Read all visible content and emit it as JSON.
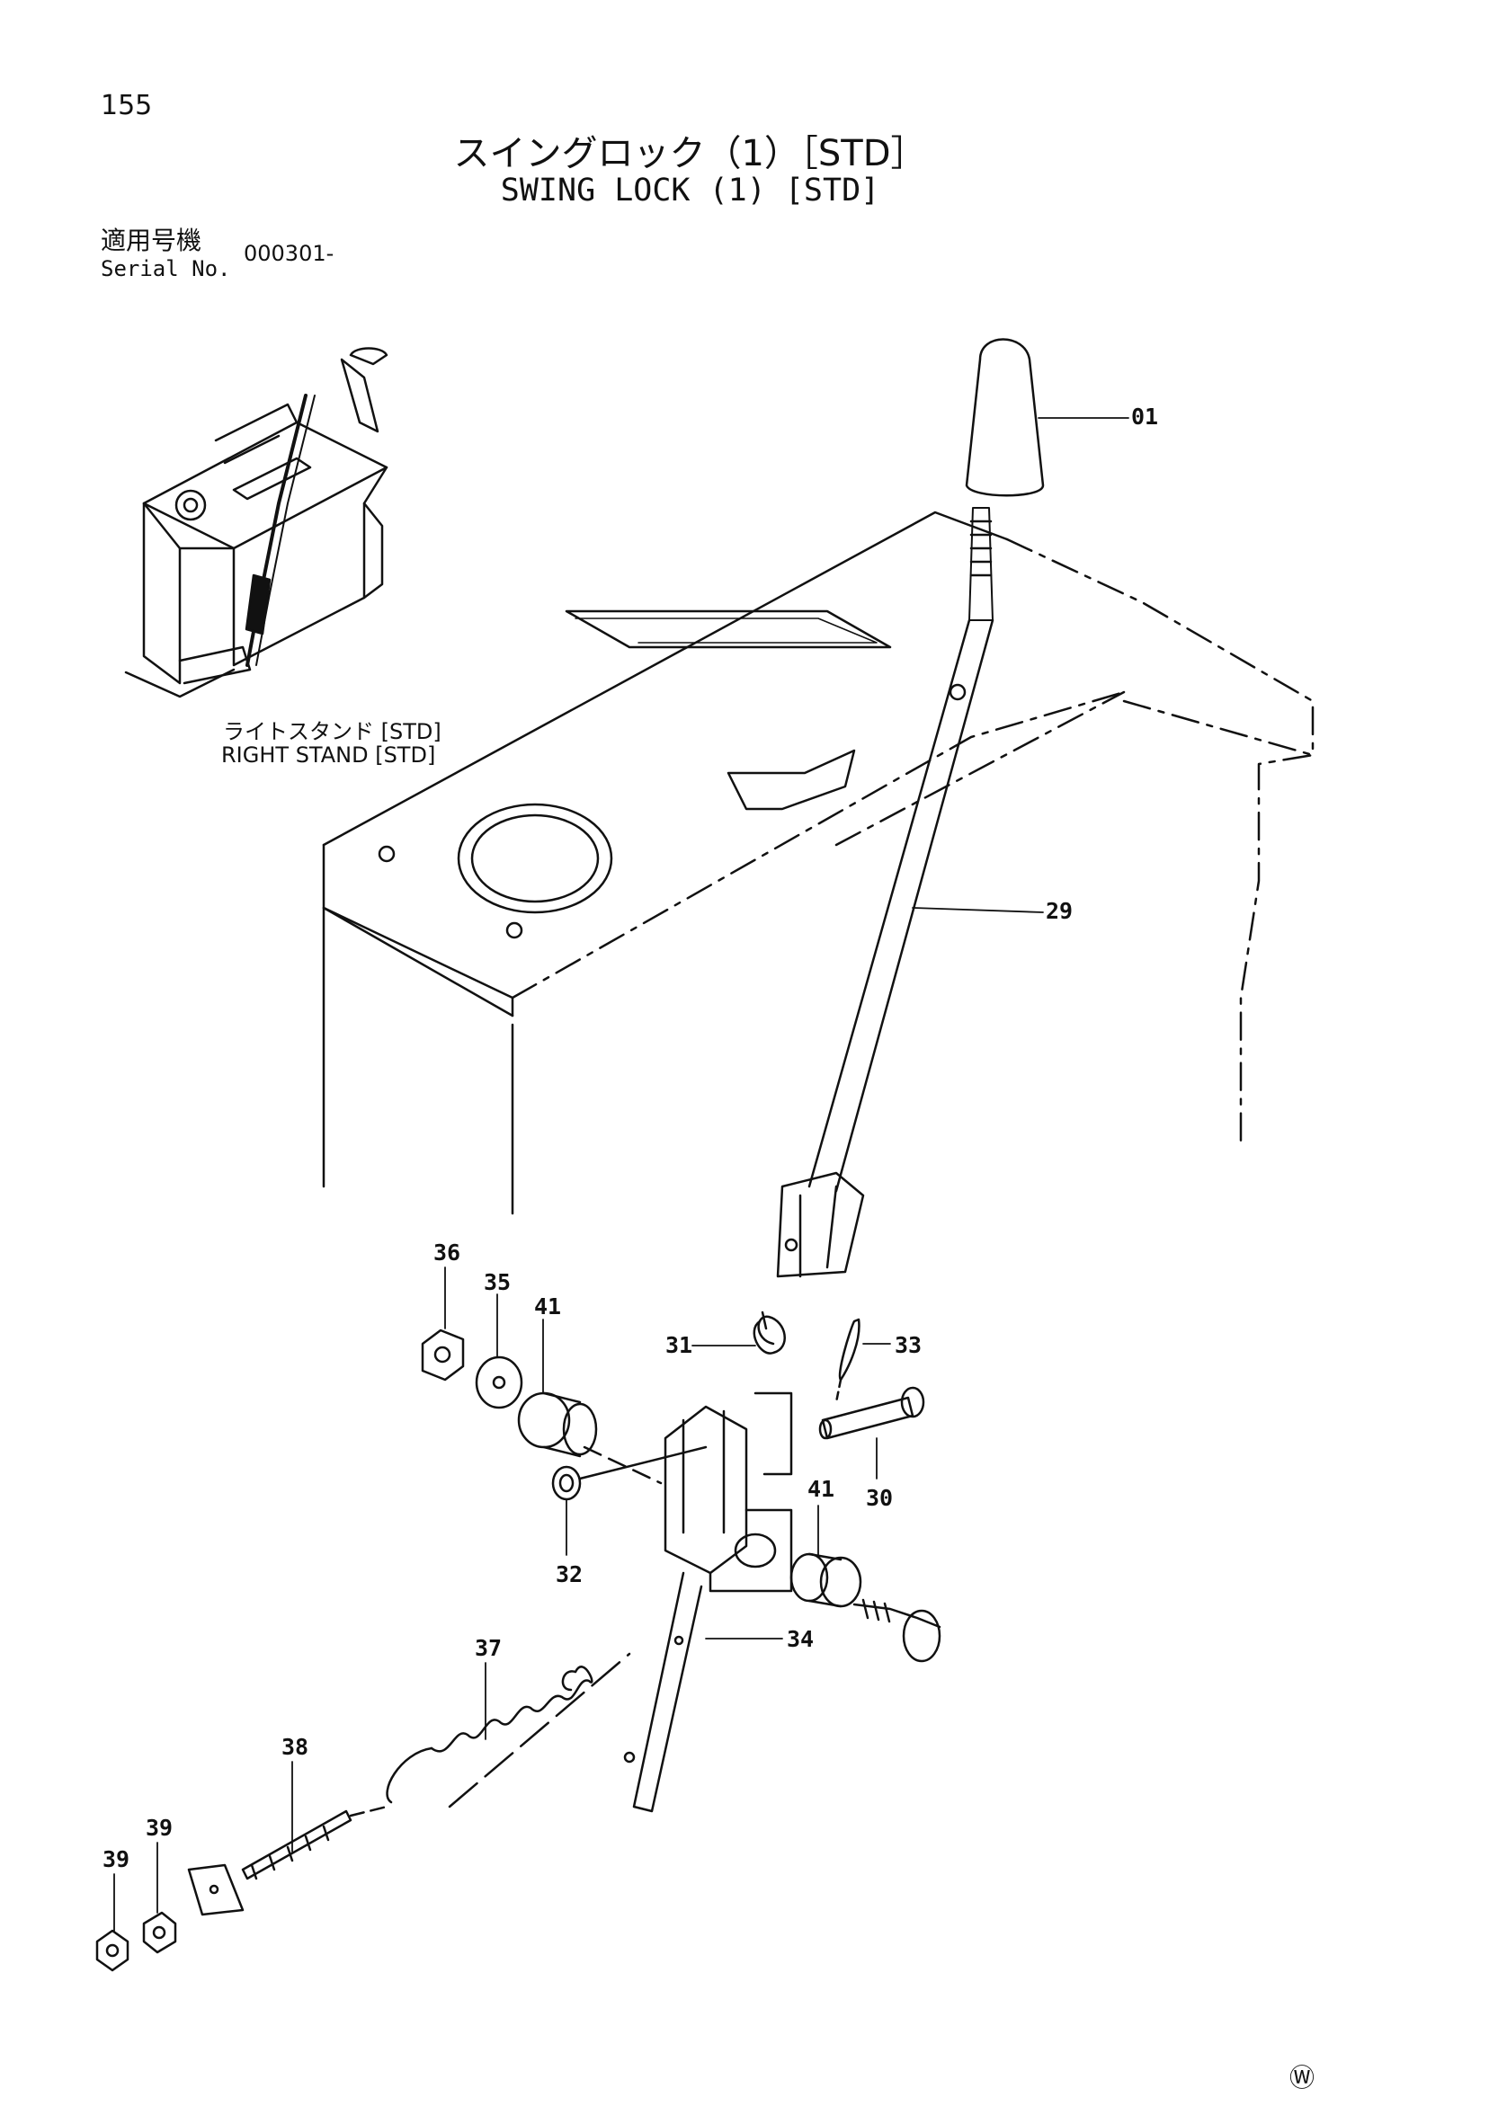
{
  "page_number": "155",
  "title_jp": "スイングロック（1）［STD］",
  "title_en": "SWING LOCK (1) [STD]",
  "serial": {
    "label_jp": "適用号機",
    "label_en": "Serial No.",
    "value": "000301-"
  },
  "inset": {
    "label_jp": "ライトスタンド [STD]",
    "label_en": "RIGHT STAND [STD]"
  },
  "callouts": {
    "c01": "01",
    "c29": "29",
    "c30": "30",
    "c31": "31",
    "c32": "32",
    "c33": "33",
    "c34": "34",
    "c35": "35",
    "c36": "36",
    "c37": "37",
    "c38": "38",
    "c39a": "39",
    "c39b": "39",
    "c41a": "41",
    "c41b": "41"
  },
  "watermark": "Ⓦ"
}
